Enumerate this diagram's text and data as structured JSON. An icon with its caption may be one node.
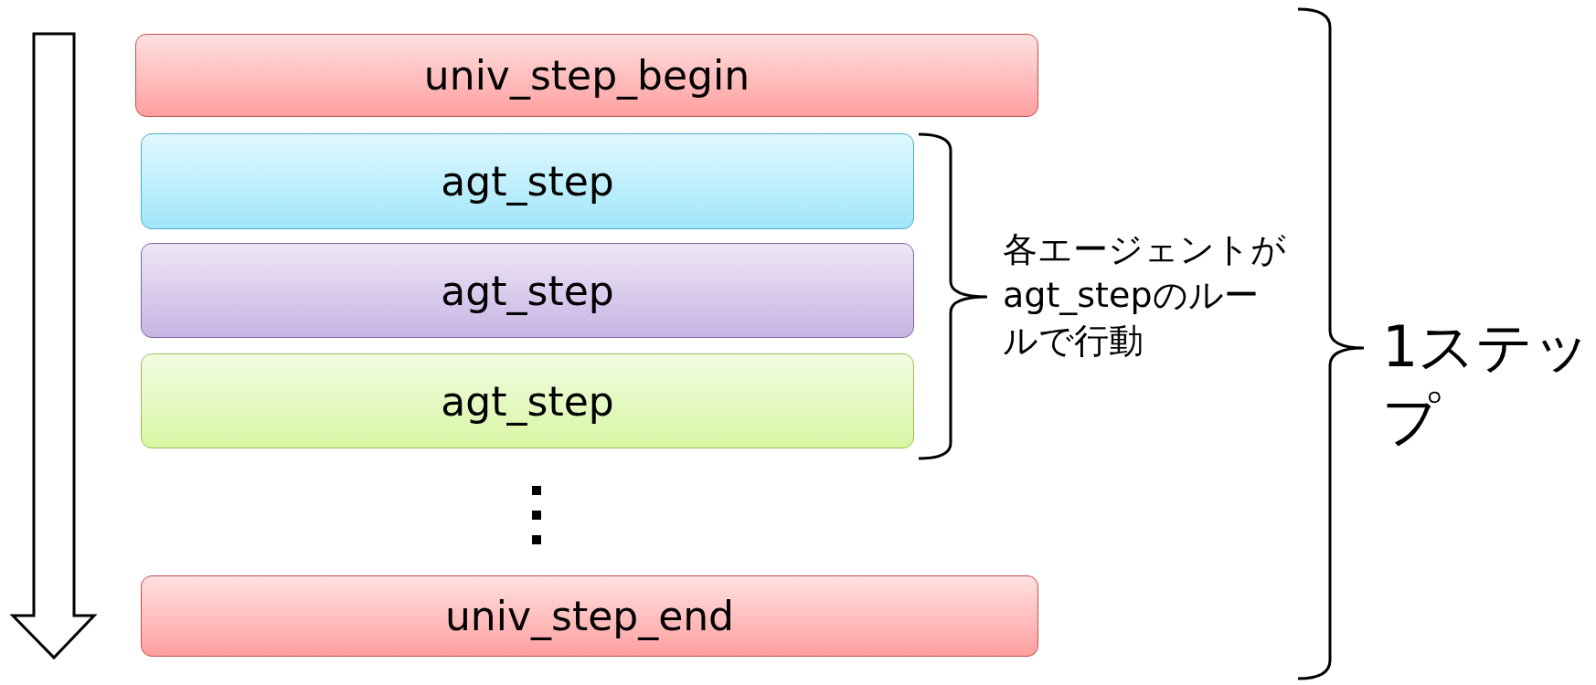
{
  "diagram": {
    "nodes": [
      {
        "text": [
          "univ_step_begin"
        ]
      },
      {
        "text": [
          "agt_step"
        ]
      },
      {
        "text": [
          "agt_step"
        ]
      },
      {
        "text": [
          "agt_step"
        ]
      },
      {
        "text": [
          "univ_step_end"
        ]
      }
    ],
    "labels": [
      "各エージェントがagt_stepのルールで行動",
      "1ステップ"
    ]
  }
}
